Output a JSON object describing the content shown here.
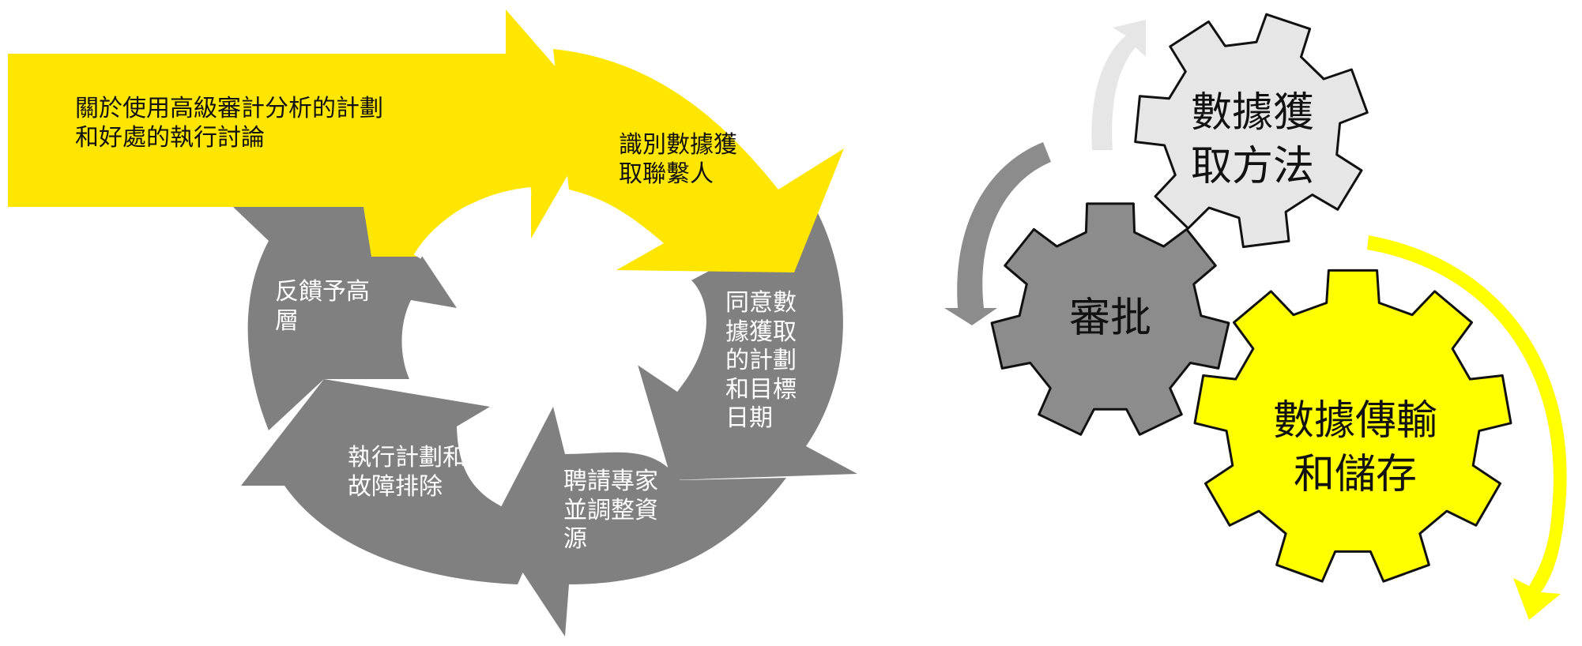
{
  "cycle": {
    "intro": [
      "關於使用高級審計分析的計劃",
      "和好處的執行討論"
    ],
    "steps": [
      {
        "lines": [
          "識別數據獲",
          "取聯繫人"
        ],
        "fill": "#ffe600"
      },
      {
        "lines": [
          "同意數",
          "據獲取",
          "的計劃",
          "和目標",
          "日期"
        ],
        "fill": "#808080"
      },
      {
        "lines": [
          "聘請專家",
          "並調整資",
          "源"
        ],
        "fill": "#808080"
      },
      {
        "lines": [
          "執行計劃和",
          "故障排除"
        ],
        "fill": "#808080"
      },
      {
        "lines": [
          "反饋予高",
          "層"
        ],
        "fill": "#808080"
      }
    ]
  },
  "gears": {
    "top": {
      "lines": [
        "數據獲",
        "取方法"
      ],
      "fill": "#e6e6e6"
    },
    "middle": {
      "lines": [
        "審批"
      ],
      "fill": "#8c8c8c"
    },
    "bottom": {
      "lines": [
        "數據傳輸",
        "和儲存"
      ],
      "fill": "#ffff00"
    }
  },
  "colors": {
    "yellow": "#ffe600",
    "grey": "#808080",
    "light_grey_arrow": "#e6e6e6",
    "mid_grey_arrow": "#8c8c8c",
    "gear_stroke": "#111111"
  }
}
